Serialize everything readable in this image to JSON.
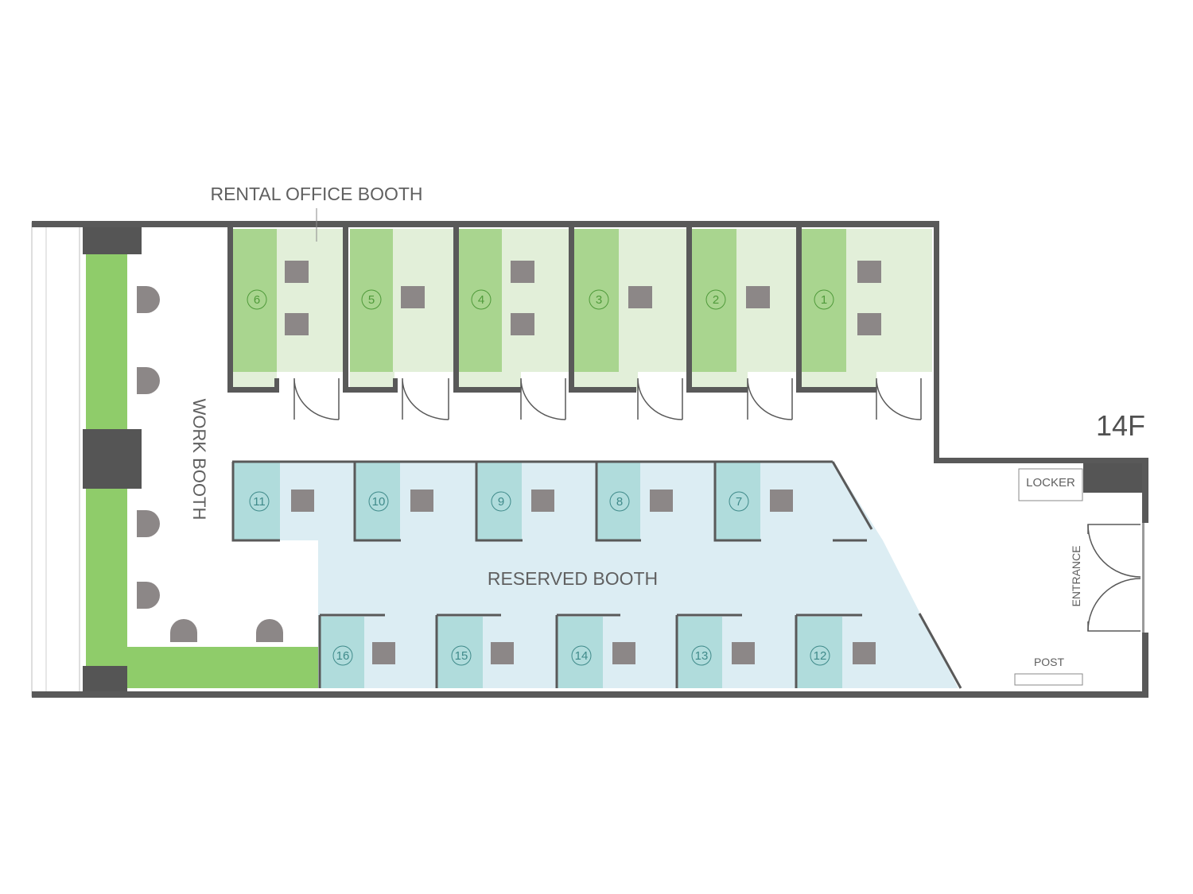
{
  "floor_label": "14F",
  "labels": {
    "rental_office": "RENTAL OFFICE BOOTH",
    "work_booth": "WORK BOOTH",
    "reserved_booth": "RESERVED BOOTH",
    "locker": "LOCKER",
    "entrance": "ENTRANCE",
    "post": "POST"
  },
  "rental_booths": [
    "6",
    "5",
    "4",
    "3",
    "2",
    "1"
  ],
  "reserved_booths_top": [
    "11",
    "10",
    "9",
    "8",
    "7"
  ],
  "reserved_booths_bottom": [
    "16",
    "15",
    "14",
    "13",
    "12"
  ],
  "colors": {
    "wall": "#595959",
    "rental_dark": "#a9d58f",
    "rental_light": "#e2efd9",
    "reserved_dark": "#b0dcdc",
    "reserved_light": "#dcedf3",
    "work_green": "#8fcc6a",
    "desk": "#8c8787"
  }
}
